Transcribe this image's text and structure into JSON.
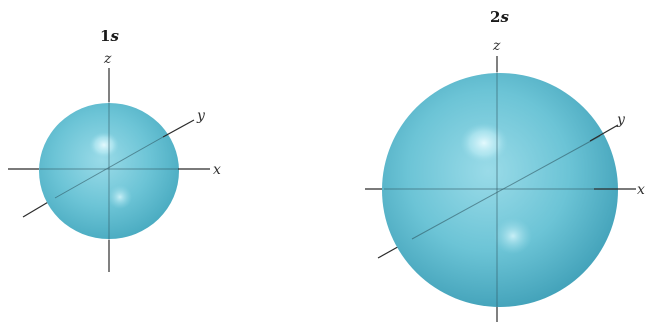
{
  "colors": {
    "sphere_core": "#b9ecf5",
    "sphere_mid": "#6cc6d8",
    "sphere_edge": "#3fa3bb",
    "axis": "#2b2b2b"
  },
  "orbitals": [
    {
      "label_num": "1",
      "label_letter": "s",
      "axes": {
        "x": "x",
        "y": "y",
        "z": "z"
      }
    },
    {
      "label_num": "2",
      "label_letter": "s",
      "axes": {
        "x": "x",
        "y": "y",
        "z": "z"
      }
    }
  ]
}
